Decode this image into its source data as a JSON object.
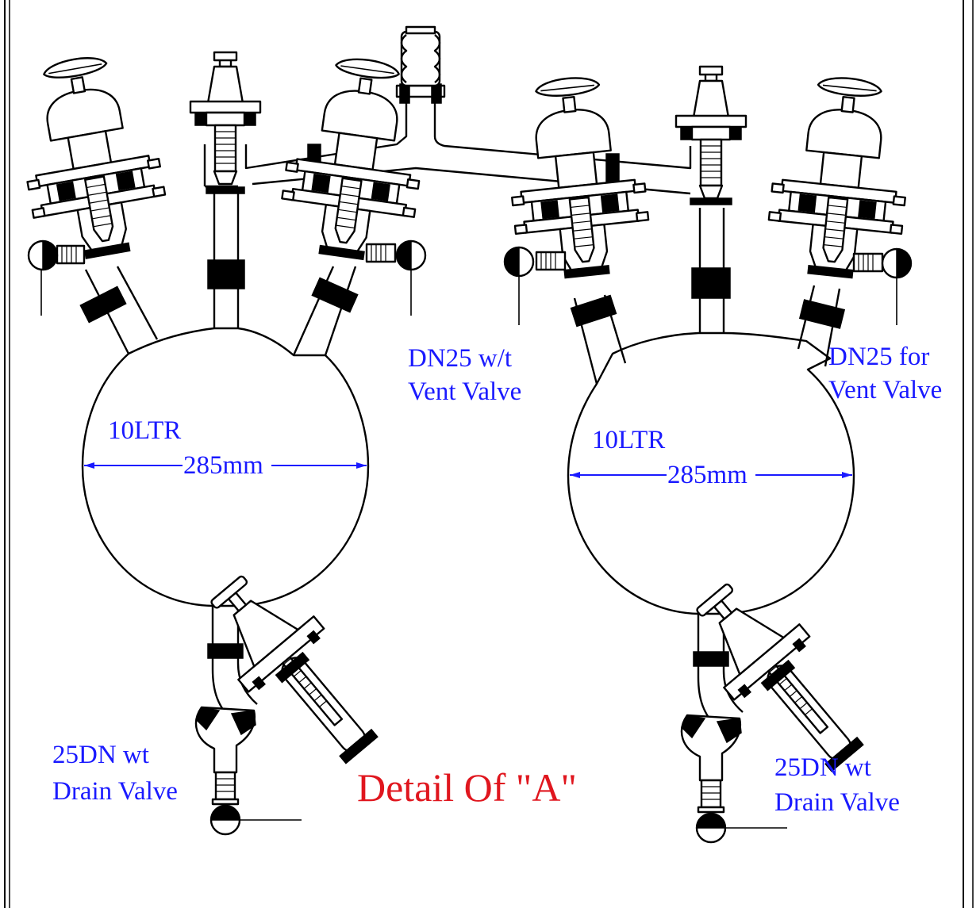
{
  "title": "Detail Of \"A\"",
  "colors": {
    "label": "#1a1aff",
    "title": "#e0161e",
    "line": "#000000",
    "background": "#ffffff"
  },
  "left_assembly": {
    "volume": "10LTR",
    "diameter": "285mm",
    "top_port_label_line1": "DN25 w/t",
    "top_port_label_line2": "Vent Valve",
    "drain_label_line1": "25DN wt",
    "drain_label_line2": "Drain Valve"
  },
  "right_assembly": {
    "volume": "10LTR",
    "diameter": "285mm",
    "top_port_label_line1": "DN25 for",
    "top_port_label_line2": "Vent Valve",
    "drain_label_line1": "25DN wt",
    "drain_label_line2": "Drain Valve"
  }
}
